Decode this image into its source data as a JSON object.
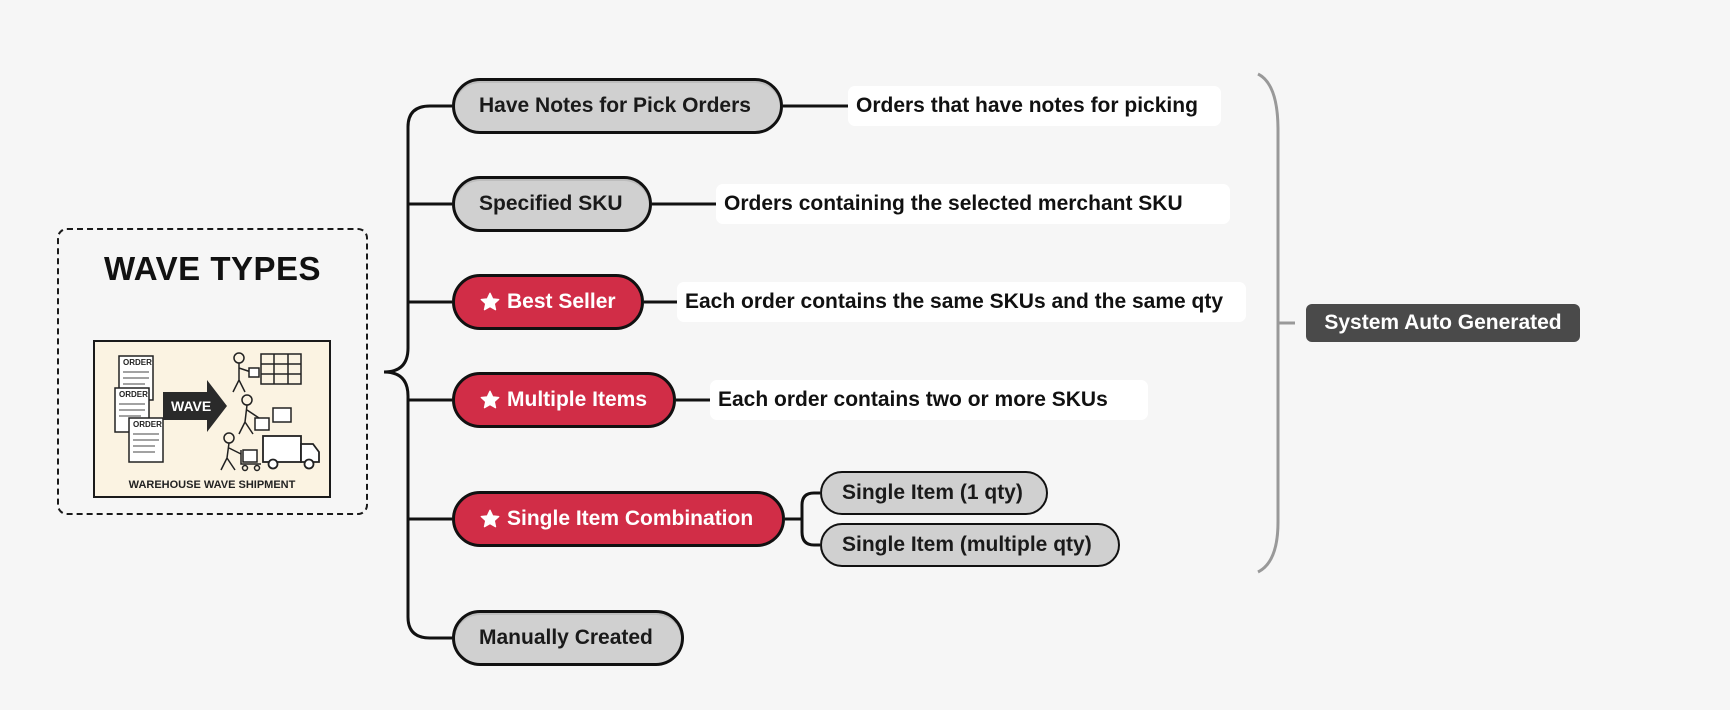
{
  "root": {
    "title": "WAVE TYPES",
    "illustration": {
      "order_label": "ORDER",
      "wave_label": "WAVE",
      "caption": "WAREHOUSE WAVE SHIPMENT"
    }
  },
  "types": [
    {
      "label": "Have Notes for Pick Orders",
      "style": "gray",
      "description": "Orders that have notes for picking"
    },
    {
      "label": "Specified SKU",
      "style": "gray",
      "description": "Orders containing the selected merchant SKU"
    },
    {
      "label": "Best Seller",
      "style": "red",
      "starred": true,
      "description": "Each order contains the same SKUs and the same qty"
    },
    {
      "label": "Multiple Items",
      "style": "red",
      "starred": true,
      "description": "Each order contains two or more SKUs"
    },
    {
      "label": "Single Item Combination",
      "style": "red",
      "starred": true,
      "children": [
        "Single Item (1 qty)",
        "Single Item (multiple qty)"
      ]
    },
    {
      "label": "Manually Created",
      "style": "gray"
    }
  ],
  "group_label": "System Auto Generated",
  "colors": {
    "accent_red": "#d12d47",
    "pill_gray": "#d0d0d0",
    "group_dark": "#4a4a4a",
    "background": "#f6f6f6"
  }
}
